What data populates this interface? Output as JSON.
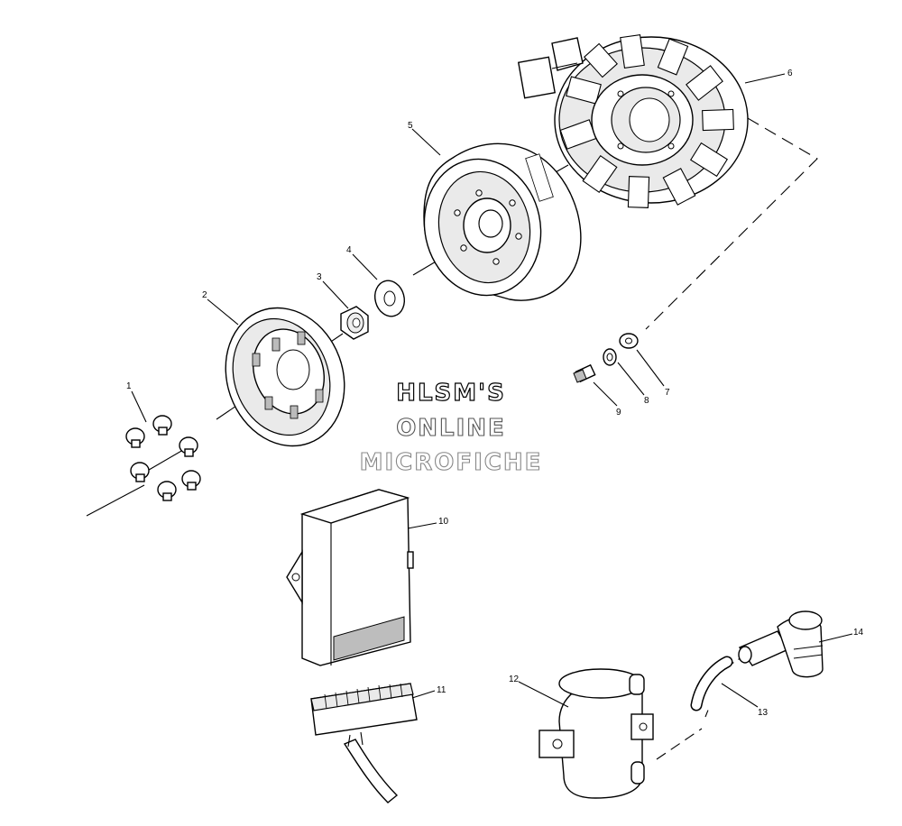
{
  "watermark": {
    "line1": "HLSM'S",
    "line2": "ONLINE",
    "line3": "MICROFICHE"
  },
  "callouts": {
    "c1": "1",
    "c2": "2",
    "c3": "3",
    "c4": "4",
    "c5": "5",
    "c6": "6",
    "c7": "7",
    "c8": "8",
    "c9": "9",
    "c10": "10",
    "c11": "11",
    "c12": "12",
    "c13": "13",
    "c14": "14"
  },
  "colors": {
    "line": "#000000",
    "background": "#ffffff",
    "shade": "#bdbdbd"
  }
}
